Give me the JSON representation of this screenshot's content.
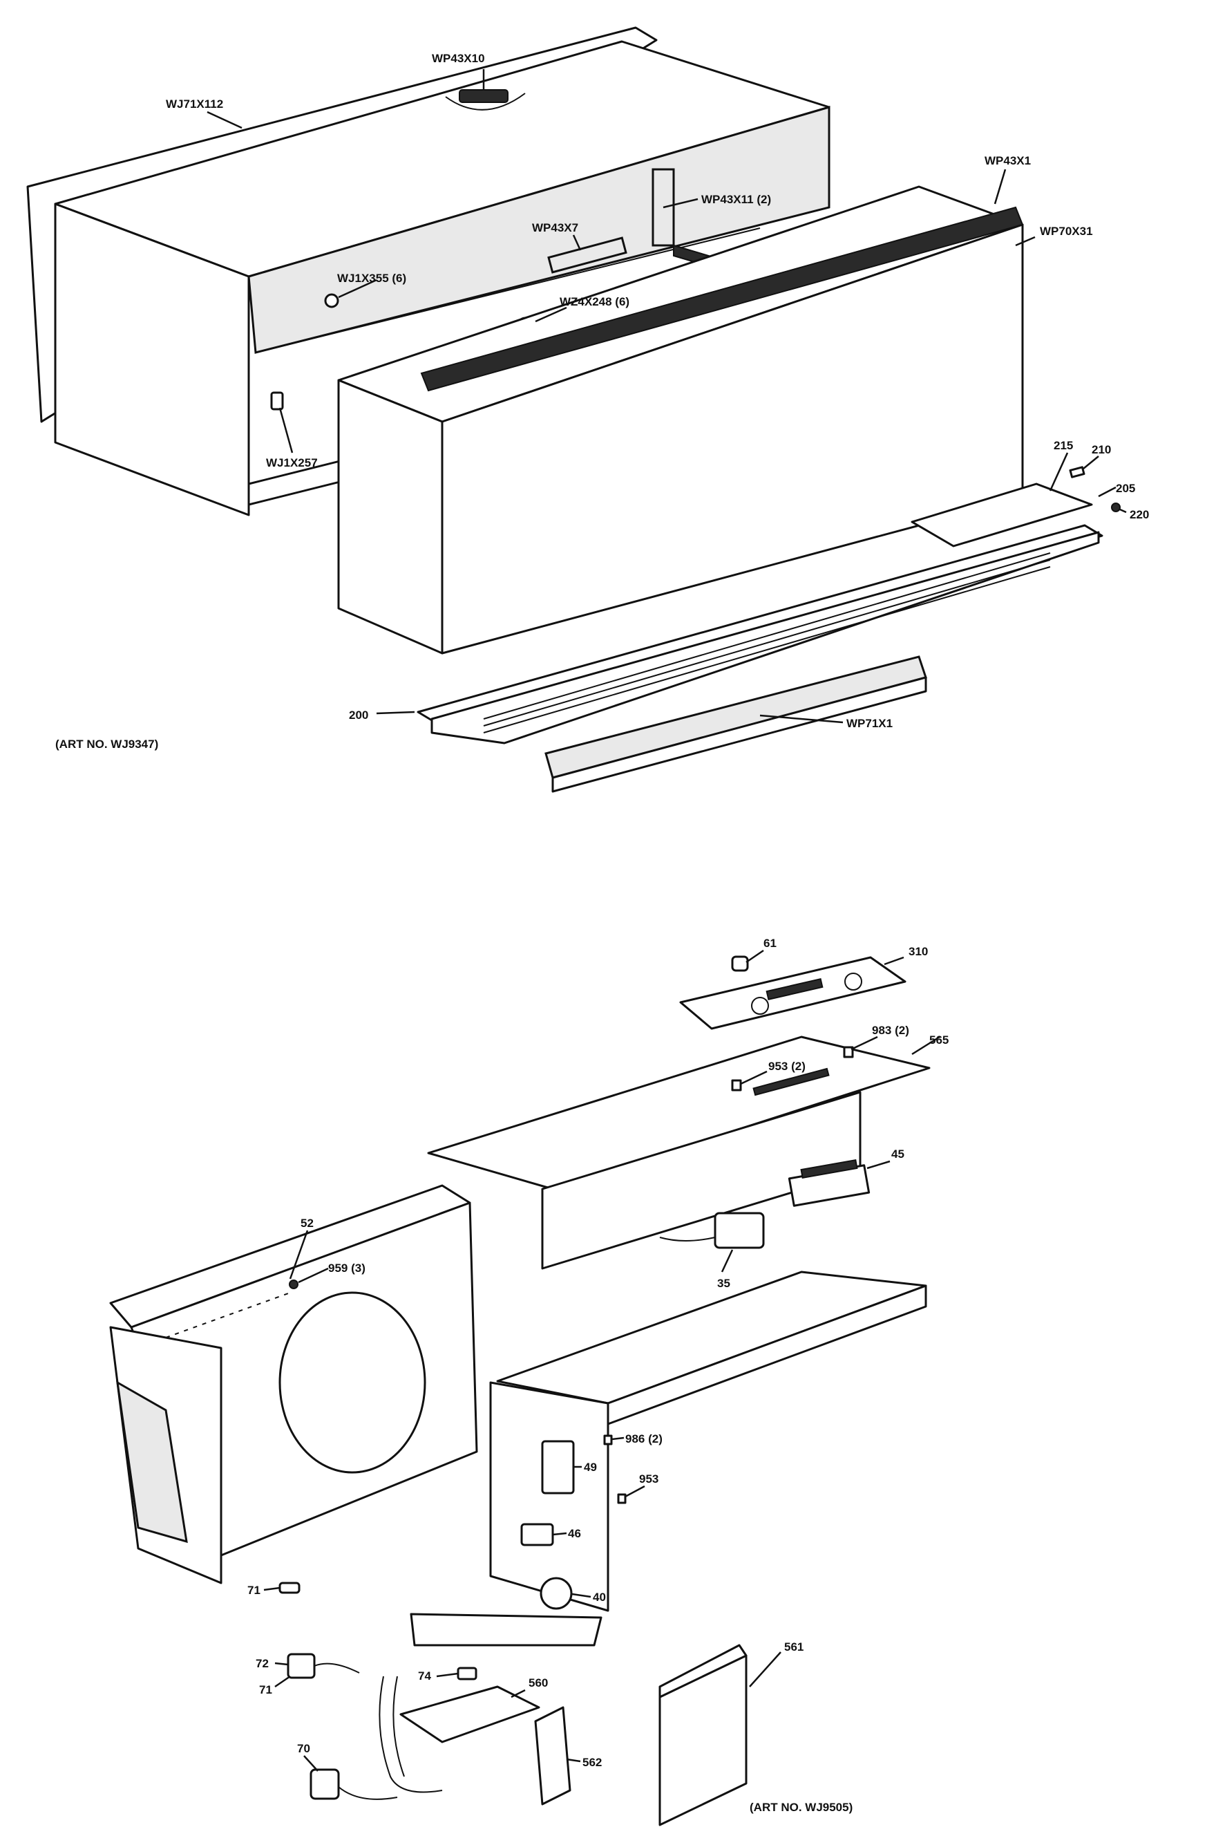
{
  "top_diagram": {
    "art_no": "(ART NO. WJ9347)",
    "labels": {
      "wj71x112": "WJ71X112",
      "wp43x10": "WP43X10",
      "wp43x1": "WP43X1",
      "wp43x11": "WP43X11 (2)",
      "wp70x31": "WP70X31",
      "wp43x7": "WP43X7",
      "wj1x355": "WJ1X355 (6)",
      "wz4x248": "WZ4X248 (6)",
      "wj1x257": "WJ1X257",
      "p215": "215",
      "p210": "210",
      "p205": "205",
      "p220": "220",
      "p200": "200",
      "wp71x1": "WP71X1"
    }
  },
  "bottom_diagram": {
    "art_no": "(ART NO. WJ9505)",
    "labels": {
      "p61": "61",
      "p310": "310",
      "p983": "983 (2)",
      "p565": "565",
      "p953a": "953 (2)",
      "p45": "45",
      "p52": "52",
      "p959": "959 (3)",
      "p35": "35",
      "p986": "986 (2)",
      "p49": "49",
      "p953b": "953",
      "p46": "46",
      "p40": "40",
      "p561": "561",
      "p71a": "71",
      "p72": "72",
      "p71b": "71",
      "p74": "74",
      "p560": "560",
      "p70": "70",
      "p562": "562"
    }
  }
}
